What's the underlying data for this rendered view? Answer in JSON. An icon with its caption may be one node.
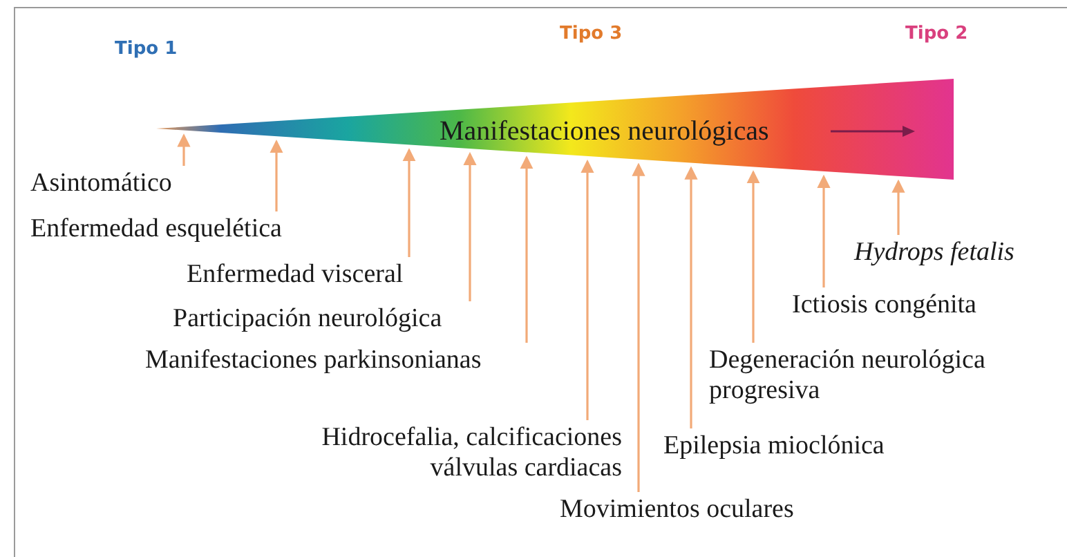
{
  "diagram": {
    "nodes": [
      {
        "text": [
          "Manifestaciones neurológicas"
        ]
      },
      {
        "text": [
          "Asintomático"
        ]
      },
      {
        "text": [
          "Enfermedad esquelética"
        ]
      },
      {
        "text": [
          "Enfermedad visceral"
        ]
      },
      {
        "text": [
          "Participación neurológica"
        ]
      },
      {
        "text": [
          "Manifestaciones parkinsonianas"
        ]
      },
      {
        "text": [
          "Hidrocefalia, calcificaciones válvulas cardiacas"
        ]
      },
      {
        "text": [
          "Movimientos oculares"
        ]
      },
      {
        "text": [
          "Epilepsia mioclónica"
        ]
      },
      {
        "text": [
          "Degeneración neurológica progresiva"
        ]
      },
      {
        "text": [
          "Ictiosis congénita"
        ]
      },
      {
        "text": [
          "Hydrops fetalis"
        ]
      }
    ],
    "edges": [
      {
        "from": 1,
        "to": 0,
        "arrow": "to"
      },
      {
        "from": 2,
        "to": 0,
        "arrow": "to"
      },
      {
        "from": 3,
        "to": 0,
        "arrow": "to"
      },
      {
        "from": 4,
        "to": 0,
        "arrow": "to"
      },
      {
        "from": 5,
        "to": 0,
        "arrow": "to"
      },
      {
        "from": 6,
        "to": 0,
        "arrow": "to"
      },
      {
        "from": 7,
        "to": 0,
        "arrow": "to"
      },
      {
        "from": 8,
        "to": 0,
        "arrow": "to"
      },
      {
        "from": 9,
        "to": 0,
        "arrow": "to"
      },
      {
        "from": 10,
        "to": 0,
        "arrow": "to"
      },
      {
        "from": 11,
        "to": 0,
        "arrow": "to"
      }
    ],
    "labels": [
      "Tipo 1",
      "Tipo 3",
      "Tipo 2"
    ]
  }
}
